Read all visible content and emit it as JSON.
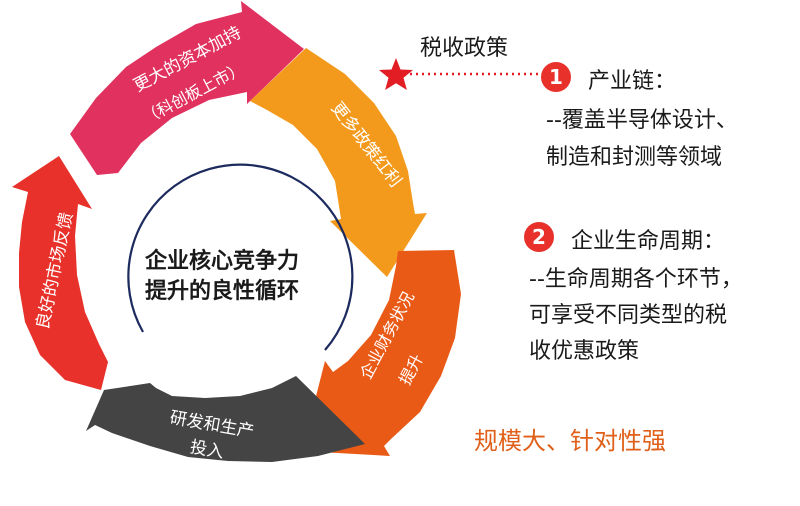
{
  "colors": {
    "red": "#e8312a",
    "pink": "#e1325f",
    "orange": "#f39a1c",
    "dark_orange": "#ea5a17",
    "dark_gray": "#444444",
    "star": "#e21d24",
    "accent_text": "#e0601a",
    "navy_line": "#1c2a5e"
  },
  "icons": {
    "star": "star-icon",
    "marker_1": "circle-number-icon",
    "marker_2": "circle-number-icon"
  },
  "cycle": {
    "center_line1": "企业核心竞争力",
    "center_line2": "提升的良性循环",
    "top_arrow_line1": "更大的资本加持",
    "top_arrow_line2": "（科创板上市）",
    "right_top_arrow": "更多政策红利",
    "right_bottom_arrow_line1": "企业财务状况",
    "right_bottom_arrow_line2": "提升",
    "bottom_arrow_line1": "研发和生产",
    "bottom_arrow_line2": "投入",
    "left_arrow": "良好的市场反馈"
  },
  "annotations": {
    "tax_policy": "税收政策",
    "item1_number": "1",
    "item1_title": "产业链：",
    "item1_line1": "--覆盖半导体设计、",
    "item1_line2": "制造和封测等领域",
    "item2_number": "2",
    "item2_title": "企业生命周期：",
    "item2_line1": "--生命周期各个环节，",
    "item2_line2": "可享受不同类型的税",
    "item2_line3": "收优惠政策",
    "slogan": "规模大、针对性强"
  }
}
